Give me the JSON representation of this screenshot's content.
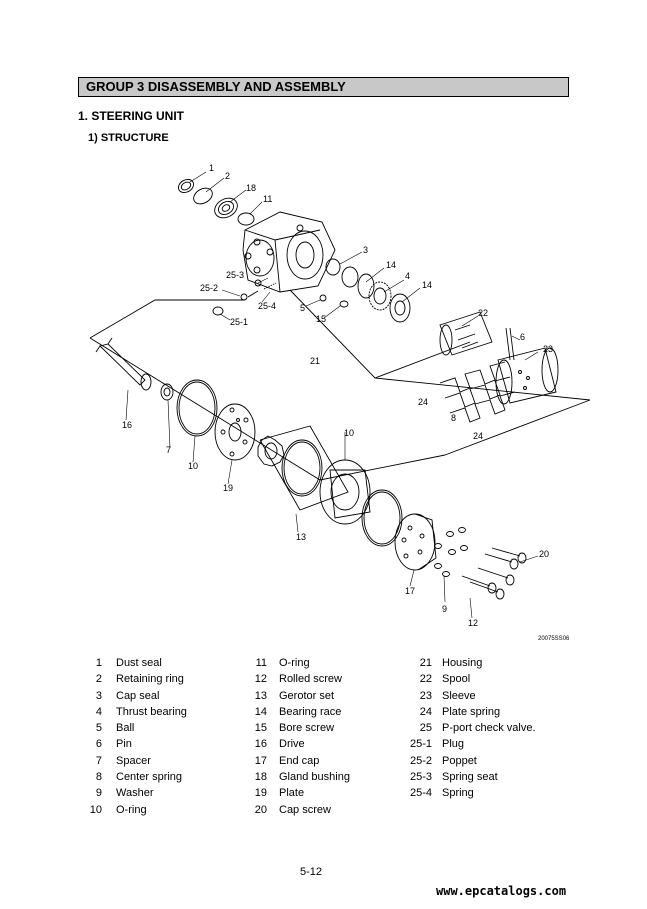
{
  "header": {
    "title": "GROUP  3  DISASSEMBLY AND ASSEMBLY"
  },
  "section": {
    "title": "1. STEERING UNIT",
    "subtitle": "1) STRUCTURE"
  },
  "figure": {
    "code": "20075SS06",
    "callouts": [
      "1",
      "2",
      "18",
      "11",
      "3",
      "14",
      "4",
      "14",
      "25-3",
      "25-2",
      "25-4",
      "25-1",
      "5",
      "15",
      "22",
      "6",
      "21",
      "23",
      "24",
      "8",
      "24",
      "16",
      "7",
      "10",
      "19",
      "10",
      "13",
      "20",
      "17",
      "9",
      "12"
    ]
  },
  "parts": {
    "col1": [
      {
        "num": "1",
        "name": "Dust seal"
      },
      {
        "num": "2",
        "name": "Retaining ring"
      },
      {
        "num": "3",
        "name": "Cap seal"
      },
      {
        "num": "4",
        "name": "Thrust bearing"
      },
      {
        "num": "5",
        "name": "Ball"
      },
      {
        "num": "6",
        "name": "Pin"
      },
      {
        "num": "7",
        "name": "Spacer"
      },
      {
        "num": "8",
        "name": "Center spring"
      },
      {
        "num": "9",
        "name": "Washer"
      },
      {
        "num": "10",
        "name": "O-ring"
      }
    ],
    "col2": [
      {
        "num": "11",
        "name": "O-ring"
      },
      {
        "num": "12",
        "name": "Rolled screw"
      },
      {
        "num": "13",
        "name": "Gerotor set"
      },
      {
        "num": "14",
        "name": "Bearing race"
      },
      {
        "num": "15",
        "name": "Bore screw"
      },
      {
        "num": "16",
        "name": "Drive"
      },
      {
        "num": "17",
        "name": "End cap"
      },
      {
        "num": "18",
        "name": "Gland bushing"
      },
      {
        "num": "19",
        "name": "Plate"
      },
      {
        "num": "20",
        "name": "Cap screw"
      }
    ],
    "col3": [
      {
        "num": "21",
        "name": "Housing"
      },
      {
        "num": "22",
        "name": "Spool"
      },
      {
        "num": "23",
        "name": "Sleeve"
      },
      {
        "num": "24",
        "name": "Plate spring"
      },
      {
        "num": "25",
        "name": "P-port check valve."
      },
      {
        "num": "25-1",
        "name": "Plug"
      },
      {
        "num": "25-2",
        "name": "Poppet"
      },
      {
        "num": "25-3",
        "name": "Spring seat"
      },
      {
        "num": "25-4",
        "name": "Spring"
      }
    ]
  },
  "footer": {
    "page": "5-12",
    "watermark": "www.epcatalogs.com"
  }
}
